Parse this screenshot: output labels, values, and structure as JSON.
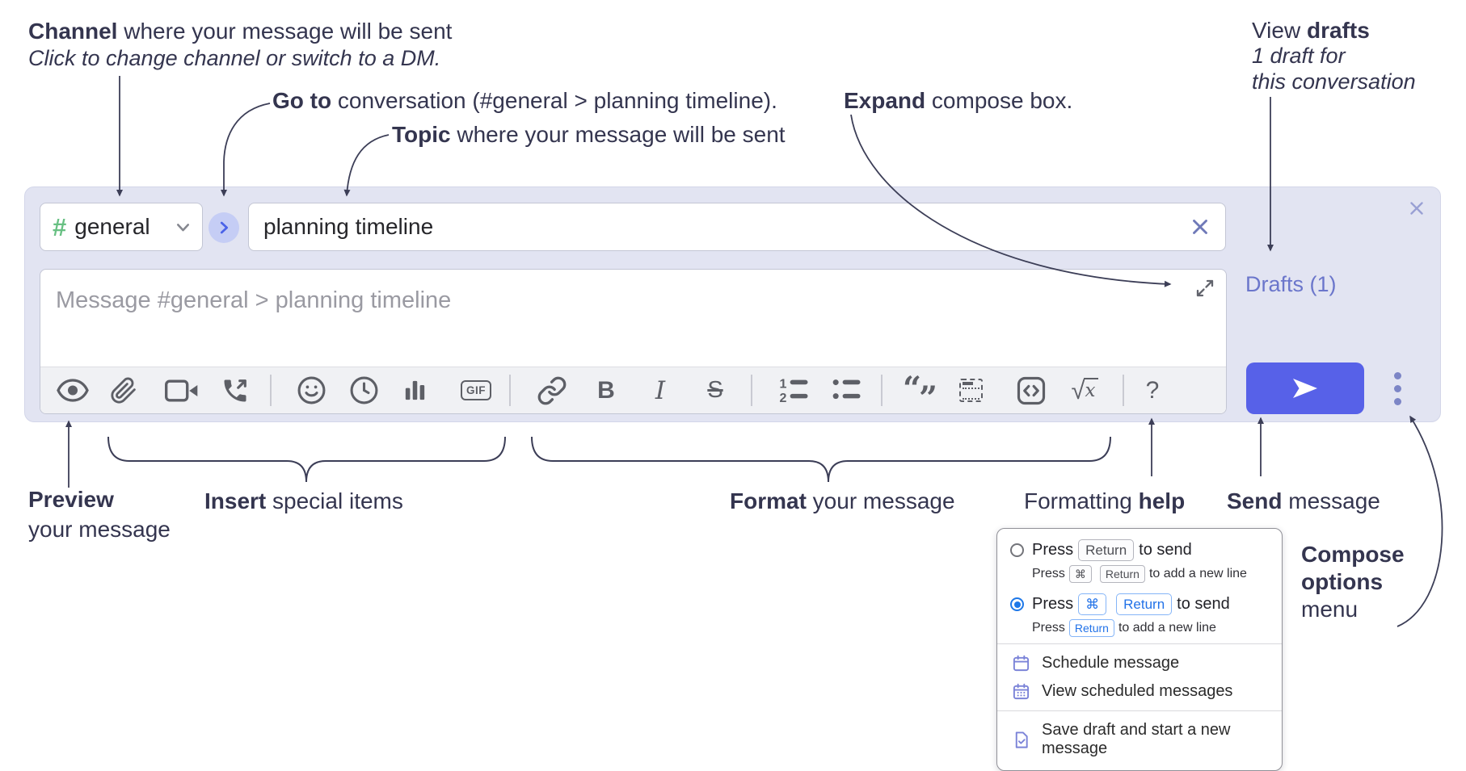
{
  "annotations": {
    "channel": {
      "bold": "Channel",
      "rest": " where your message will be sent",
      "line2": "Click to change channel or switch to a DM."
    },
    "goto": {
      "bold": "Go to",
      "rest": " conversation (#general > planning timeline)."
    },
    "topic": {
      "bold": "Topic",
      "rest": " where your message will be sent"
    },
    "expand": {
      "bold": "Expand",
      "rest": " compose box."
    },
    "drafts": {
      "pre": "View ",
      "bold": "drafts",
      "line2": "1 draft for",
      "line3": "this conversation"
    },
    "preview": {
      "bold": "Preview",
      "line2": "your message"
    },
    "insert": {
      "bold": "Insert",
      "rest": " special items"
    },
    "format": {
      "bold": "Format",
      "rest": " your message"
    },
    "formatting_help": {
      "pre": "Formatting ",
      "bold": "help"
    },
    "send": {
      "bold": "Send",
      "rest": " message"
    },
    "compose_options": {
      "bold1": "Compose",
      "bold2": "options",
      "rest": "menu"
    }
  },
  "compose": {
    "channel_name": "general",
    "topic_value": "planning timeline",
    "message_placeholder": "Message #general > planning timeline",
    "drafts_link": "Drafts (1)"
  },
  "toolbar": {
    "icons": [
      "preview-eye",
      "attach-paperclip",
      "start-video-call",
      "start-voice-call",
      "emoji",
      "add-global-time",
      "add-poll",
      "add-gif",
      "link",
      "bold",
      "italic",
      "strikethrough",
      "numbered-list",
      "bulleted-list",
      "quote",
      "spoiler",
      "code",
      "math",
      "message-formatting-help"
    ],
    "gif_label": "GIF",
    "bold_glyph": "B",
    "italic_glyph": "I",
    "strike_glyph": "S",
    "help_glyph": "?",
    "sqrt_radical": "√",
    "sqrt_var": "x",
    "quote_open": "“",
    "quote_close": "”",
    "ol_1": "1",
    "ol_2": "2"
  },
  "menu": {
    "options": [
      {
        "pre": "Press",
        "key1": "Return",
        "post": "to send",
        "sub_pre": "Press",
        "sub_key1": "⌘",
        "sub_key2": "Return",
        "sub_post": "to add a new line",
        "selected": false
      },
      {
        "pre": "Press",
        "key1": "⌘",
        "key2": "Return",
        "post": "to send",
        "sub_pre": "Press",
        "sub_key1": "Return",
        "sub_post": "to add a new line",
        "selected": true
      }
    ],
    "items": [
      "Schedule message",
      "View scheduled messages",
      "Save draft and start a new message"
    ]
  },
  "colors": {
    "accent_send": "#5761e8",
    "channel_hash_green": "#68c083",
    "drafts_link_indigo": "#6b76cb",
    "key_highlight_blue": "#2272e8",
    "radio_selected_blue": "#1e78e8",
    "compose_background": "#e2e4f2",
    "annotation_ink": "#34354f"
  }
}
